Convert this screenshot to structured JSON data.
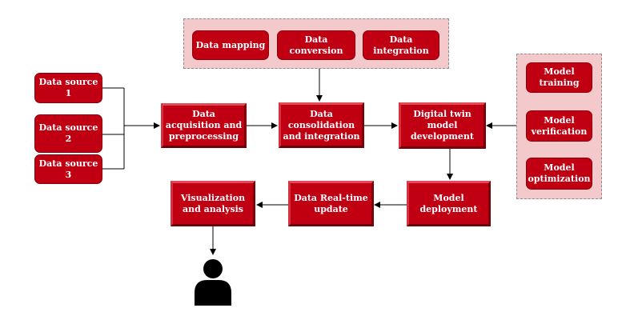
{
  "groups": {
    "data_processing": {
      "items": [
        "Data mapping",
        "Data conversion",
        "Data integration"
      ]
    },
    "model_cycle": {
      "items": [
        "Model\ntraining",
        "Model\nverification",
        "Model\noptimization"
      ]
    }
  },
  "sources": [
    "Data source 1",
    "Data source 2",
    "Data source 3"
  ],
  "pipeline": {
    "acquisition": "Data\nacquisition and\npreprocessing",
    "consolidation": "Data\nconsolidation\nand integration",
    "twin_dev": "Digital twin\nmodel\ndevelopment",
    "deployment": "Model\ndeployment",
    "update": "Data Real-time\nupdate",
    "visualization": "Visualization\nand analysis"
  },
  "user_icon": "person-icon",
  "colors": {
    "box": "#c00012",
    "group_fill": "#f3c9cc",
    "arrow": "#000000"
  }
}
